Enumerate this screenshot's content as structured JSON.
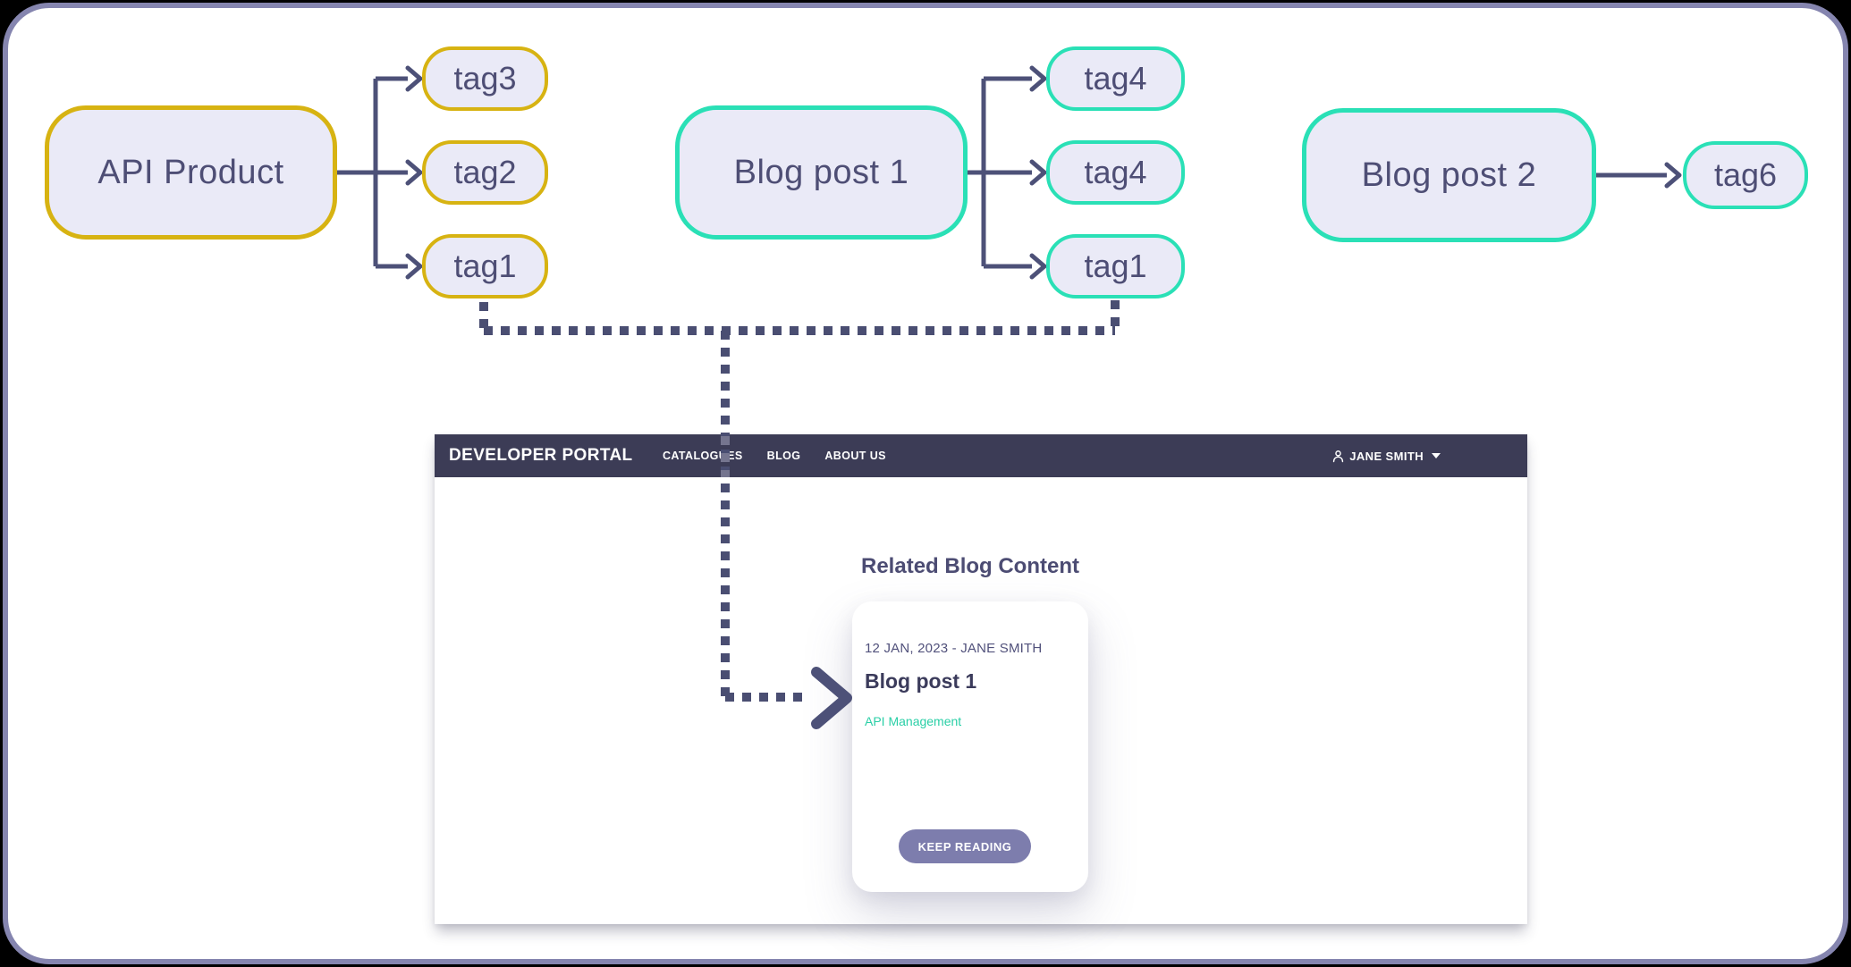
{
  "diagram": {
    "api_product": {
      "label": "API Product",
      "tags": [
        "tag3",
        "tag2",
        "tag1"
      ]
    },
    "blog_post_1": {
      "label": "Blog post 1",
      "tags": [
        "tag4",
        "tag4",
        "tag1"
      ]
    },
    "blog_post_2": {
      "label": "Blog post 2",
      "tags": [
        "tag6"
      ]
    },
    "colors": {
      "api_product_accent": "#d7b312",
      "blog_accent": "#2ae0b6",
      "node_fill": "#eaeaf7",
      "node_text": "#4e4e75",
      "connector": "#4d5178",
      "dotted_connector": "#4a4e72",
      "frame_border": "#8585af"
    }
  },
  "portal": {
    "brand": "DEVELOPER PORTAL",
    "nav": [
      "CATALOGUES",
      "BLOG",
      "ABOUT US"
    ],
    "user": {
      "name": "JANE SMITH"
    },
    "section_title": "Related Blog Content",
    "card": {
      "meta": "12 JAN, 2023 - JANE SMITH",
      "title": "Blog post 1",
      "category": "API Management",
      "cta": "KEEP READING"
    },
    "colors": {
      "header_bg": "#3c3c56",
      "cta_bg": "#7d7dad",
      "category_link": "#29cfa6"
    }
  }
}
